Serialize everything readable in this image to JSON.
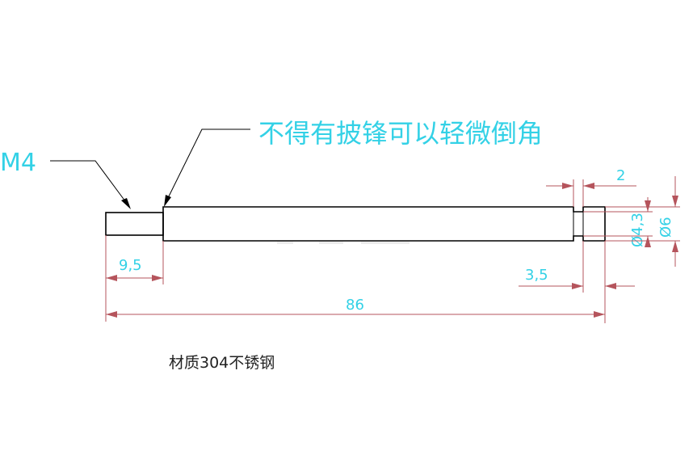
{
  "labels": {
    "thread": "M4",
    "note_top": "不得有披锋可以轻微倒角",
    "material": "材质304不锈钢"
  },
  "dimensions": {
    "groove_width": "2",
    "groove_diameter": "Ø4,3",
    "shaft_diameter": "Ø6",
    "thread_length": "9,5",
    "groove_offset": "3,5",
    "total_length": "86"
  },
  "colors": {
    "dimension": "#b5545c",
    "annotation": "#33d1e6",
    "outline": "#000000"
  }
}
